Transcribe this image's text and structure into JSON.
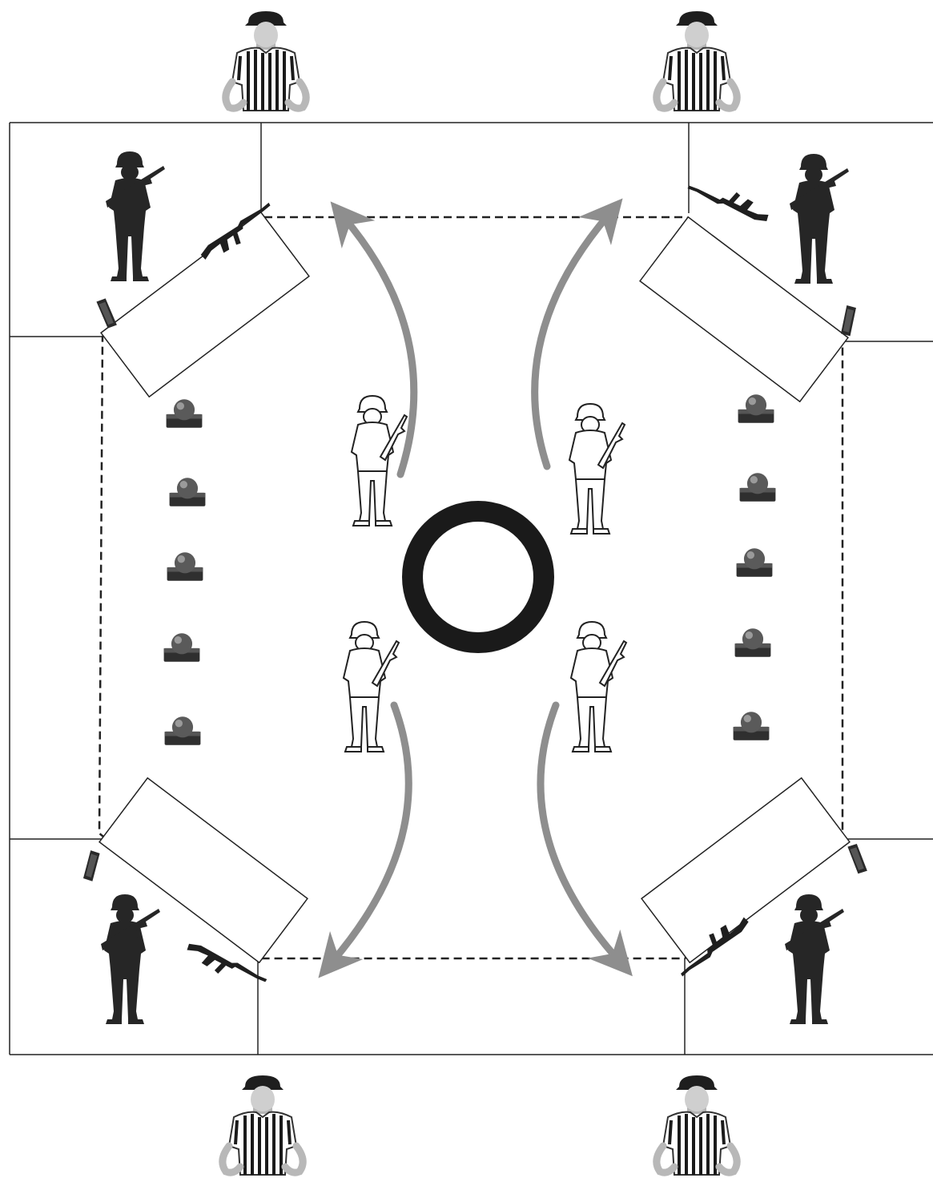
{
  "diagram": {
    "referees": [
      "referee-top-left",
      "referee-top-right",
      "referee-bottom-left",
      "referee-bottom-right"
    ],
    "corner_soldiers": [
      "soldier-top-left",
      "soldier-top-right",
      "soldier-bottom-left",
      "soldier-bottom-right"
    ],
    "center_soldiers": [
      "soldier-outline-upper-left",
      "soldier-outline-upper-right",
      "soldier-outline-lower-left",
      "soldier-outline-lower-right"
    ],
    "targets_per_side": 5,
    "colors": {
      "line": "#222222",
      "figure": "#262626",
      "arrow": "#8e8e8e",
      "ring": "#1a1a1a",
      "target": "#4a4a4a",
      "background": "#ffffff"
    },
    "icons": [
      "referee-icon",
      "soldier-icon",
      "soldier-outline-icon",
      "rifle-icon",
      "magazine-icon",
      "target-icon",
      "center-ring-icon",
      "movement-arrow-icon"
    ]
  }
}
